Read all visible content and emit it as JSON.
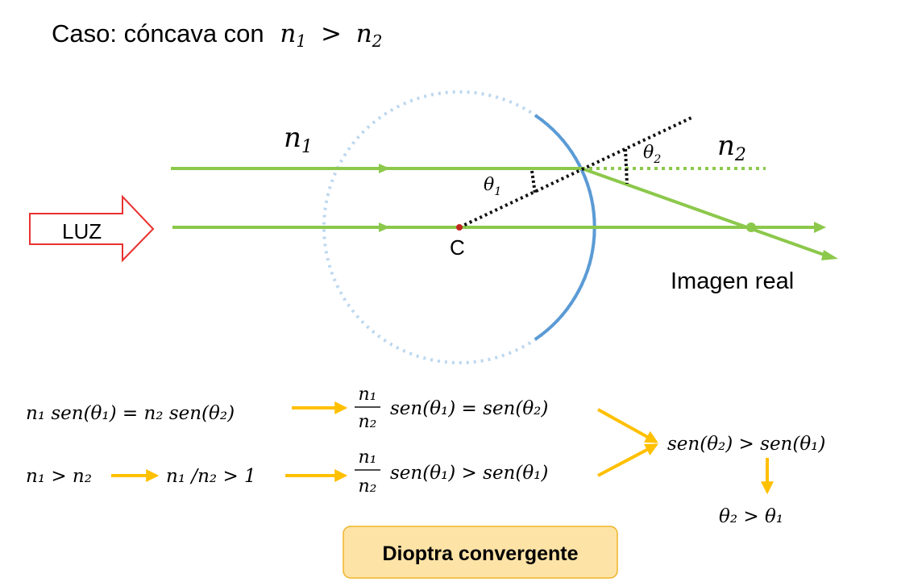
{
  "title": {
    "prefix": "Caso: cóncava con",
    "math": {
      "a": "n",
      "a_sub": "1",
      "op": ">",
      "b": "n",
      "b_sub": "2"
    }
  },
  "diagram": {
    "light_label": "LUZ",
    "center_label": "C",
    "medium1": {
      "var": "n",
      "sub": "1"
    },
    "medium2": {
      "var": "n",
      "sub": "2"
    },
    "theta1": {
      "var": "θ",
      "sub": "1"
    },
    "theta2": {
      "var": "θ",
      "sub": "2"
    },
    "image_label": "Imagen real"
  },
  "equations": {
    "snell": "n₁ sen(θ₁) = n₂ sen(θ₂)",
    "ratio_eq_num": "n₁",
    "ratio_eq_den": "n₂",
    "ratio_eq_rest": "sen(θ₁) =  sen(θ₂)",
    "ineq": "n₁ > n₂",
    "ratio_gt": "n₁ /n₂ > 1",
    "ratio_gt_num": "n₁",
    "ratio_gt_den": "n₂",
    "ratio_gt_rest": "sen(θ₁) >  sen(θ₁)",
    "result1": "sen(θ₂) >  sen(θ₁)",
    "result2": "θ₂ > θ₁"
  },
  "conclusion": "Dioptra convergente",
  "colors": {
    "ray": "#8cc84b",
    "surface": "#5b9bd5",
    "circle_dotted": "#bdd7ee",
    "arrow": "#ffc000",
    "luz_border": "#e8312f",
    "box_fill": "#fde3a6",
    "box_border": "#f0b429"
  }
}
